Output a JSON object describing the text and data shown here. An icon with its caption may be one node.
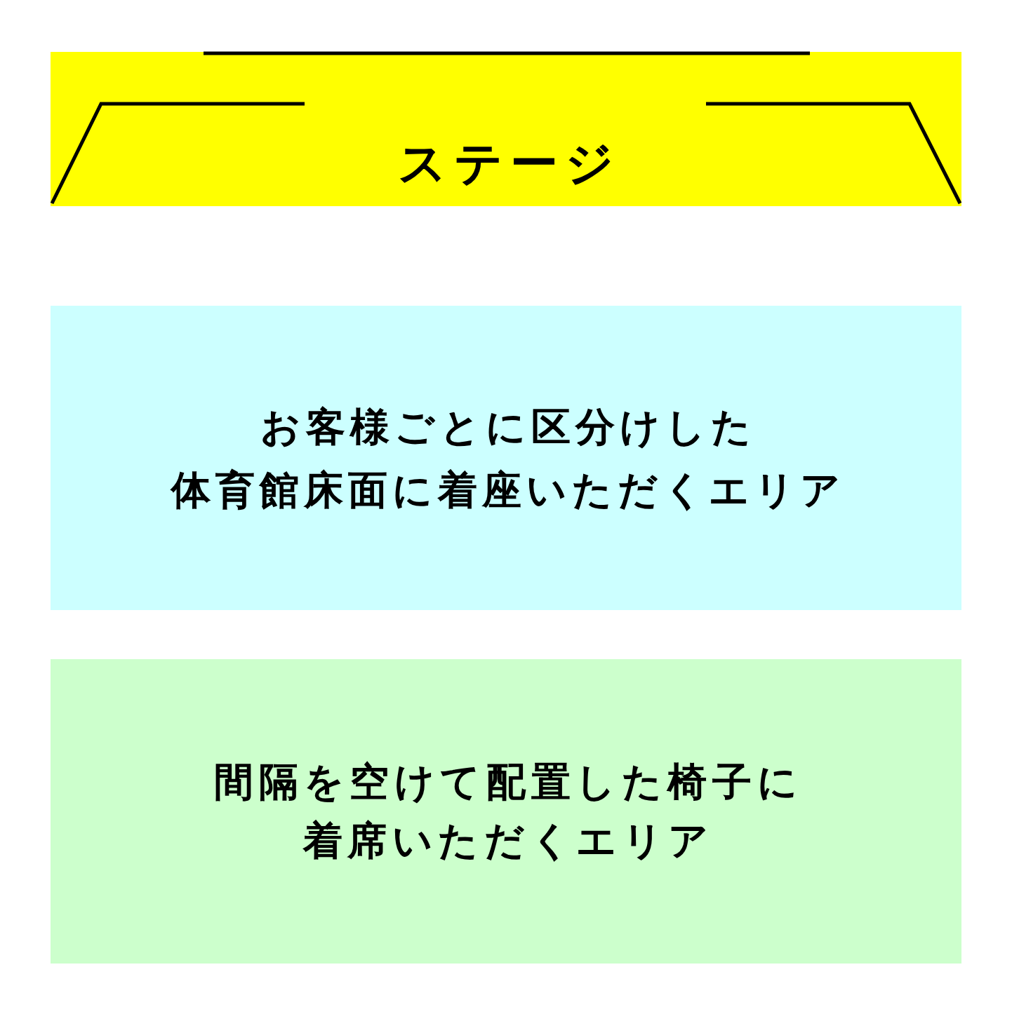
{
  "diagram": {
    "nodes": [
      {
        "text": [
          "ステージ"
        ]
      },
      {
        "text": [
          "お客様ごとに区分けした体育館床面に着座いただくエリア"
        ]
      },
      {
        "text": [
          "間隔を空けて配置した椅子に着席いただくエリア"
        ]
      }
    ]
  }
}
